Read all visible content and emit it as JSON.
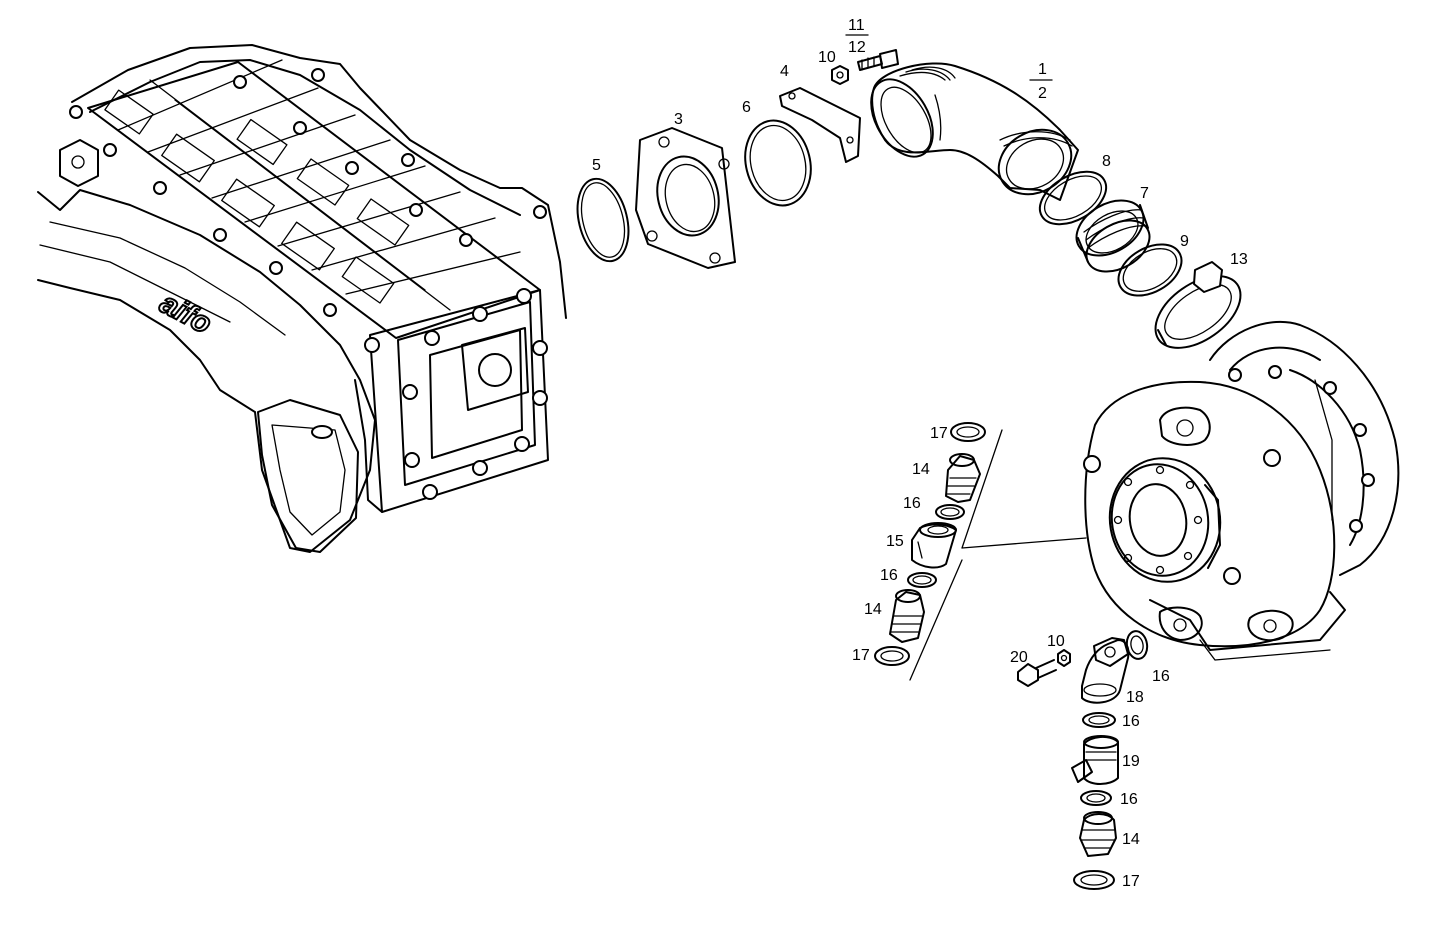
{
  "logo_text": "aifo",
  "labels": {
    "p1": "1",
    "p2": "2",
    "p3": "3",
    "p4": "4",
    "p5": "5",
    "p6": "6",
    "p7": "7",
    "p8": "8",
    "p9": "9",
    "p10_top": "10",
    "p11": "11",
    "p12": "12",
    "p13": "13",
    "p14_a": "14",
    "p14_b": "14",
    "p14_c": "14",
    "p15": "15",
    "p16_a": "16",
    "p16_b": "16",
    "p16_c": "16",
    "p16_d": "16",
    "p16_e": "16",
    "p17_a": "17",
    "p17_b": "17",
    "p17_c": "17",
    "p18": "18",
    "p19": "19",
    "p20": "20",
    "p10_low": "10"
  }
}
